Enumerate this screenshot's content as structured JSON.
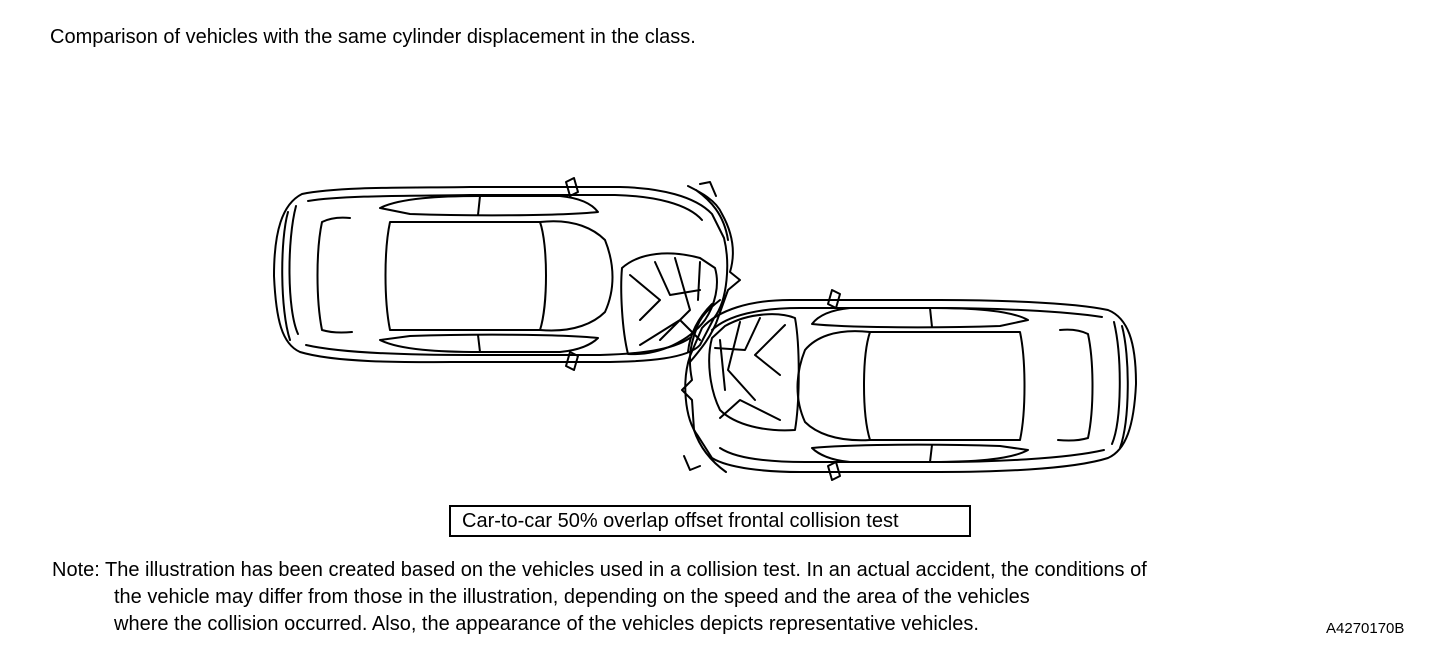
{
  "heading": "Comparison of vehicles with the same cylinder displacement in the class.",
  "caption": "Car-to-car 50% overlap offset frontal collision test",
  "note": {
    "label": "Note:",
    "lines": [
      "The illustration has been created based on the vehicles used in a collision test. In an actual accident, the conditions of",
      "the vehicle may differ from those in the illustration, depending on the speed and the area of the vehicles",
      "where the collision occurred. Also, the appearance of the vehicles depicts representative vehicles."
    ]
  },
  "figure_code": "A4270170B",
  "colors": {
    "line": "#000000",
    "background": "#ffffff"
  }
}
